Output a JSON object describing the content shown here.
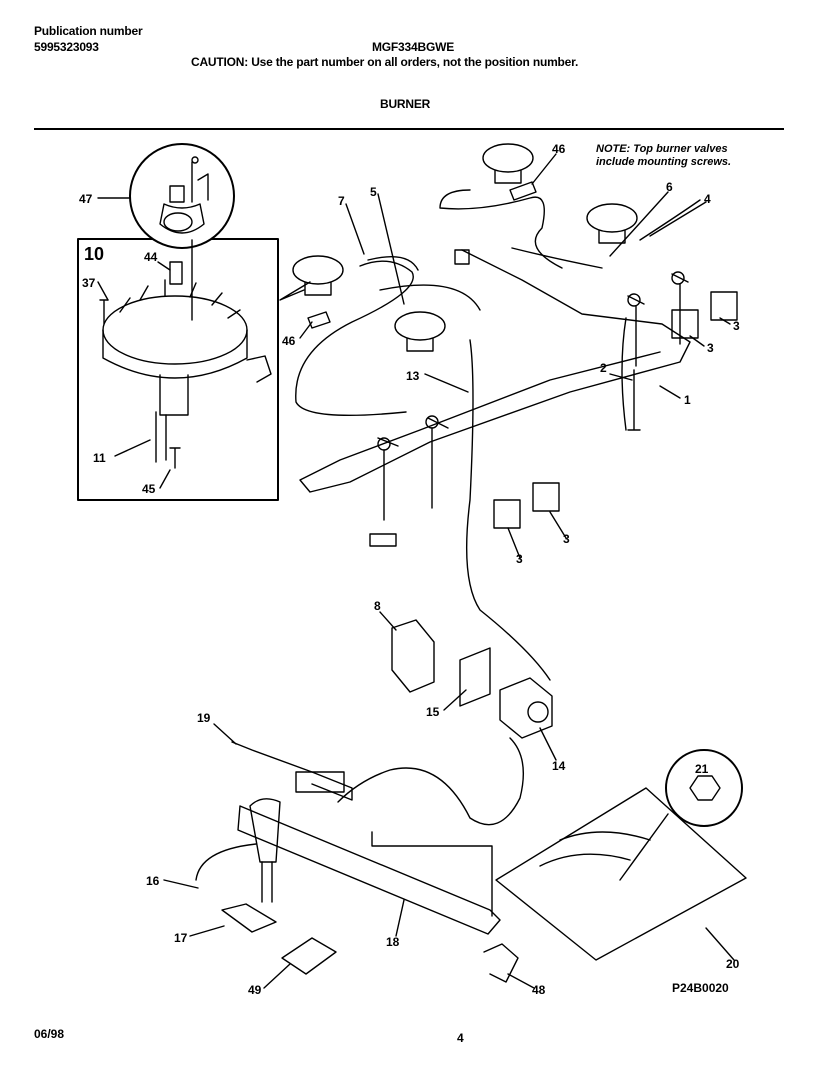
{
  "header": {
    "publication_label": "Publication number",
    "publication_number": "5995323093",
    "model": "MGF334BGWE",
    "caution": "CAUTION:  Use the part number on all orders, not the position number.",
    "section_title": "BURNER"
  },
  "note": {
    "line1": "NOTE: Top burner valves",
    "line2": "include mounting screws."
  },
  "callouts": {
    "c1": "1",
    "c2": "2",
    "c3a": "3",
    "c3b": "3",
    "c3c": "3",
    "c3d": "3",
    "c4": "4",
    "c5": "5",
    "c6": "6",
    "c7": "7",
    "c8": "8",
    "c10": "10",
    "c11": "11",
    "c13": "13",
    "c14": "14",
    "c15": "15",
    "c16": "16",
    "c17": "17",
    "c18": "18",
    "c19": "19",
    "c20": "20",
    "c21": "21",
    "c37": "37",
    "c44": "44",
    "c45": "45",
    "c46a": "46",
    "c46b": "46",
    "c47": "47",
    "c48": "48",
    "c49": "49"
  },
  "footer": {
    "figure_code": "P24B0020",
    "date": "06/98",
    "page": "4"
  }
}
